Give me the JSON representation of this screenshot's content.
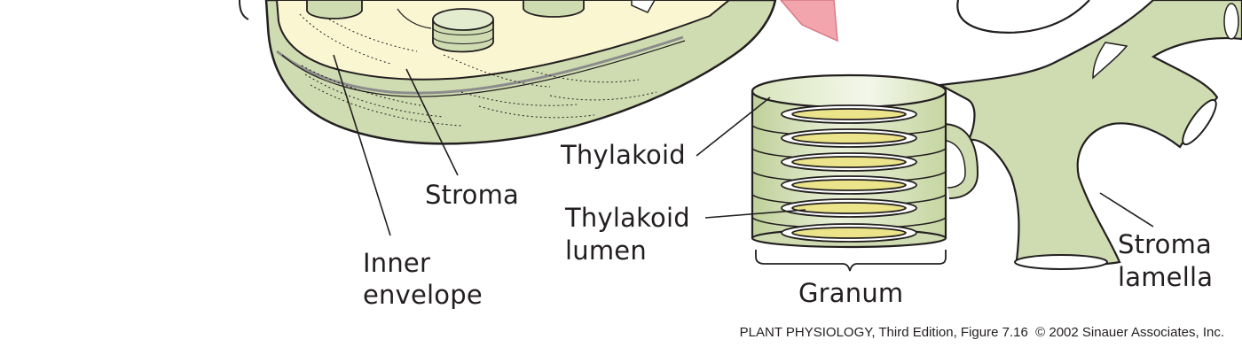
{
  "labels": {
    "thylakoid": "Thylakoid",
    "stroma": "Stroma",
    "thylakoid_lumen_line1": "Thylakoid",
    "thylakoid_lumen_line2": "lumen",
    "inner_envelope_line1": "Inner",
    "inner_envelope_line2": "envelope",
    "granum": "Granum",
    "stroma_lamella_line1": "Stroma",
    "stroma_lamella_line2": "lamella"
  },
  "credit": {
    "book": "PLANT PHYSIOLOGY",
    "edition_figure": ", Third Edition, Figure 7.16",
    "copyright": "© 2002 Sinauer Associates, Inc."
  },
  "colors": {
    "membrane_green": "#cfdcb1",
    "stroma_cream": "#fbf6d2",
    "lumen_yellow": "#ebe48b",
    "outline": "#231f20",
    "arrow_pink": "#f3a5ad"
  }
}
